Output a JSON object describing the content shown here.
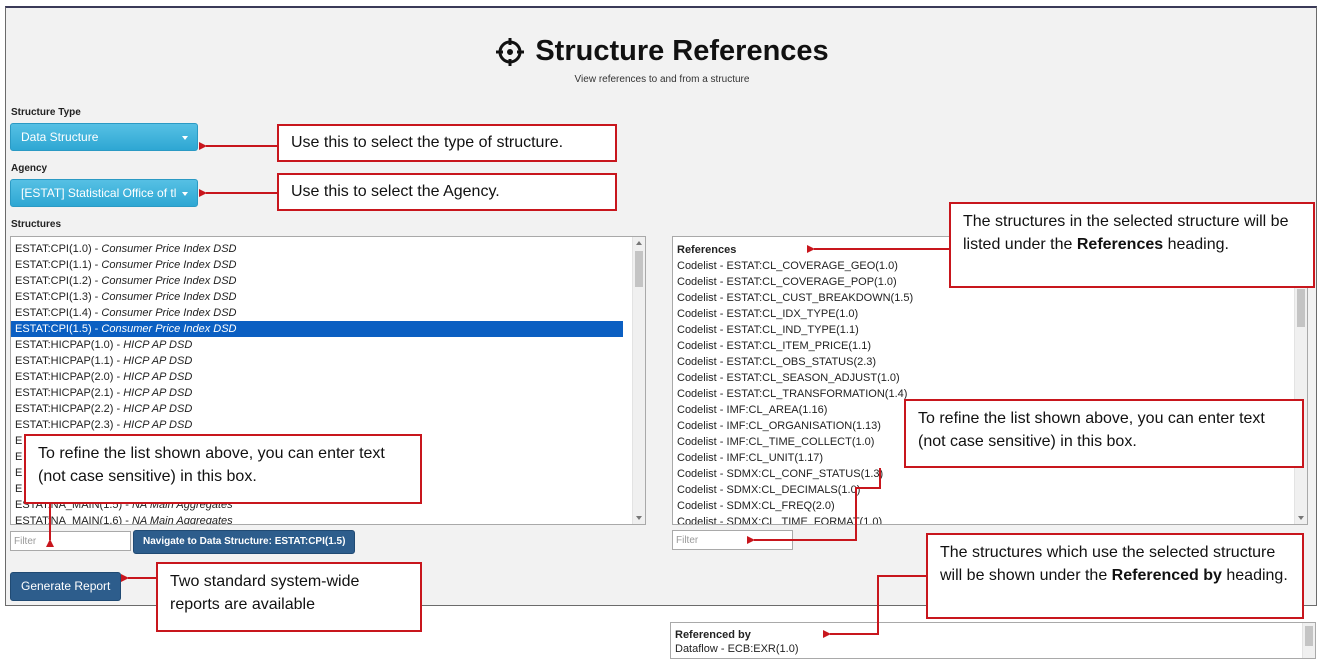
{
  "header": {
    "title": "Structure References",
    "subtitle": "View references to and from a structure"
  },
  "structure_type": {
    "label": "Structure Type",
    "value": "Data Structure"
  },
  "agency": {
    "label": "Agency",
    "value": "[ESTAT] Statistical Office of tl"
  },
  "structures": {
    "label": "Structures",
    "items": [
      {
        "id": "ESTAT:CPI(1.0)",
        "name": "Consumer Price Index DSD"
      },
      {
        "id": "ESTAT:CPI(1.1)",
        "name": "Consumer Price Index DSD"
      },
      {
        "id": "ESTAT:CPI(1.2)",
        "name": "Consumer Price Index DSD"
      },
      {
        "id": "ESTAT:CPI(1.3)",
        "name": "Consumer Price Index DSD"
      },
      {
        "id": "ESTAT:CPI(1.4)",
        "name": "Consumer Price Index DSD"
      },
      {
        "id": "ESTAT:CPI(1.5)",
        "name": "Consumer Price Index DSD"
      },
      {
        "id": "ESTAT:HICPAP(1.0)",
        "name": "HICP AP DSD"
      },
      {
        "id": "ESTAT:HICPAP(1.1)",
        "name": "HICP AP DSD"
      },
      {
        "id": "ESTAT:HICPAP(2.0)",
        "name": "HICP AP DSD"
      },
      {
        "id": "ESTAT:HICPAP(2.1)",
        "name": "HICP AP DSD"
      },
      {
        "id": "ESTAT:HICPAP(2.2)",
        "name": "HICP AP DSD"
      },
      {
        "id": "ESTAT:HICPAP(2.3)",
        "name": "HICP AP DSD"
      },
      {
        "id": "E",
        "name": ""
      },
      {
        "id": "E",
        "name": ""
      },
      {
        "id": "E",
        "name": ""
      },
      {
        "id": "E",
        "name": ""
      },
      {
        "id": "ESTAT:NA_MAIN(1.5)",
        "name": "NA Main Aggregates"
      },
      {
        "id": "ESTAT:NA_MAIN(1.6)",
        "name": "NA Main Aggregates"
      }
    ],
    "separator": " - ",
    "filter_placeholder": "Filter",
    "navigate_button": "Navigate to Data Structure: ESTAT:CPI(1.5)"
  },
  "references": {
    "heading": "References",
    "items": [
      "Codelist - ESTAT:CL_COVERAGE_GEO(1.0)",
      "Codelist - ESTAT:CL_COVERAGE_POP(1.0)",
      "Codelist - ESTAT:CL_CUST_BREAKDOWN(1.5)",
      "Codelist - ESTAT:CL_IDX_TYPE(1.0)",
      "Codelist - ESTAT:CL_IND_TYPE(1.1)",
      "Codelist - ESTAT:CL_ITEM_PRICE(1.1)",
      "Codelist - ESTAT:CL_OBS_STATUS(2.3)",
      "Codelist - ESTAT:CL_SEASON_ADJUST(1.0)",
      "Codelist - ESTAT:CL_TRANSFORMATION(1.4)",
      "Codelist - IMF:CL_AREA(1.16)",
      "Codelist - IMF:CL_ORGANISATION(1.13)",
      "Codelist - IMF:CL_TIME_COLLECT(1.0)",
      "Codelist - IMF:CL_UNIT(1.17)",
      "Codelist - SDMX:CL_CONF_STATUS(1.3)",
      "Codelist - SDMX:CL_DECIMALS(1.0)",
      "Codelist - SDMX:CL_FREQ(2.0)",
      "Codelist - SDMX:CL_TIME_FORMAT(1.0)"
    ],
    "filter_placeholder": "Filter"
  },
  "referenced_by": {
    "heading": "Referenced by",
    "items": [
      "Dataflow - ECB:EXR(1.0)"
    ]
  },
  "generate_report_button": "Generate Report",
  "callouts": {
    "structure_type": "Use this  to select the type of structure.",
    "agency": "Use this  to select the Agency.",
    "references_pre": "The structures in the selected structure will be listed under the ",
    "references_bold": "References",
    "references_post": " heading.",
    "filter_left": "To refine the list shown above, you can enter text (not case sensitive) in this box.",
    "filter_right": "To refine the list shown above, you can enter text (not case sensitive) in this box.",
    "reports": "Two standard system-wide reports are available",
    "referenced_by_pre": "The structures which use the selected structure will be shown under the ",
    "referenced_by_bold": "Referenced by",
    "referenced_by_post": " heading."
  },
  "colors": {
    "accent": "#2ea7d3",
    "selection": "#0b5fc2",
    "dark_button": "#2d5d8c",
    "callout_border": "#c8161d"
  }
}
